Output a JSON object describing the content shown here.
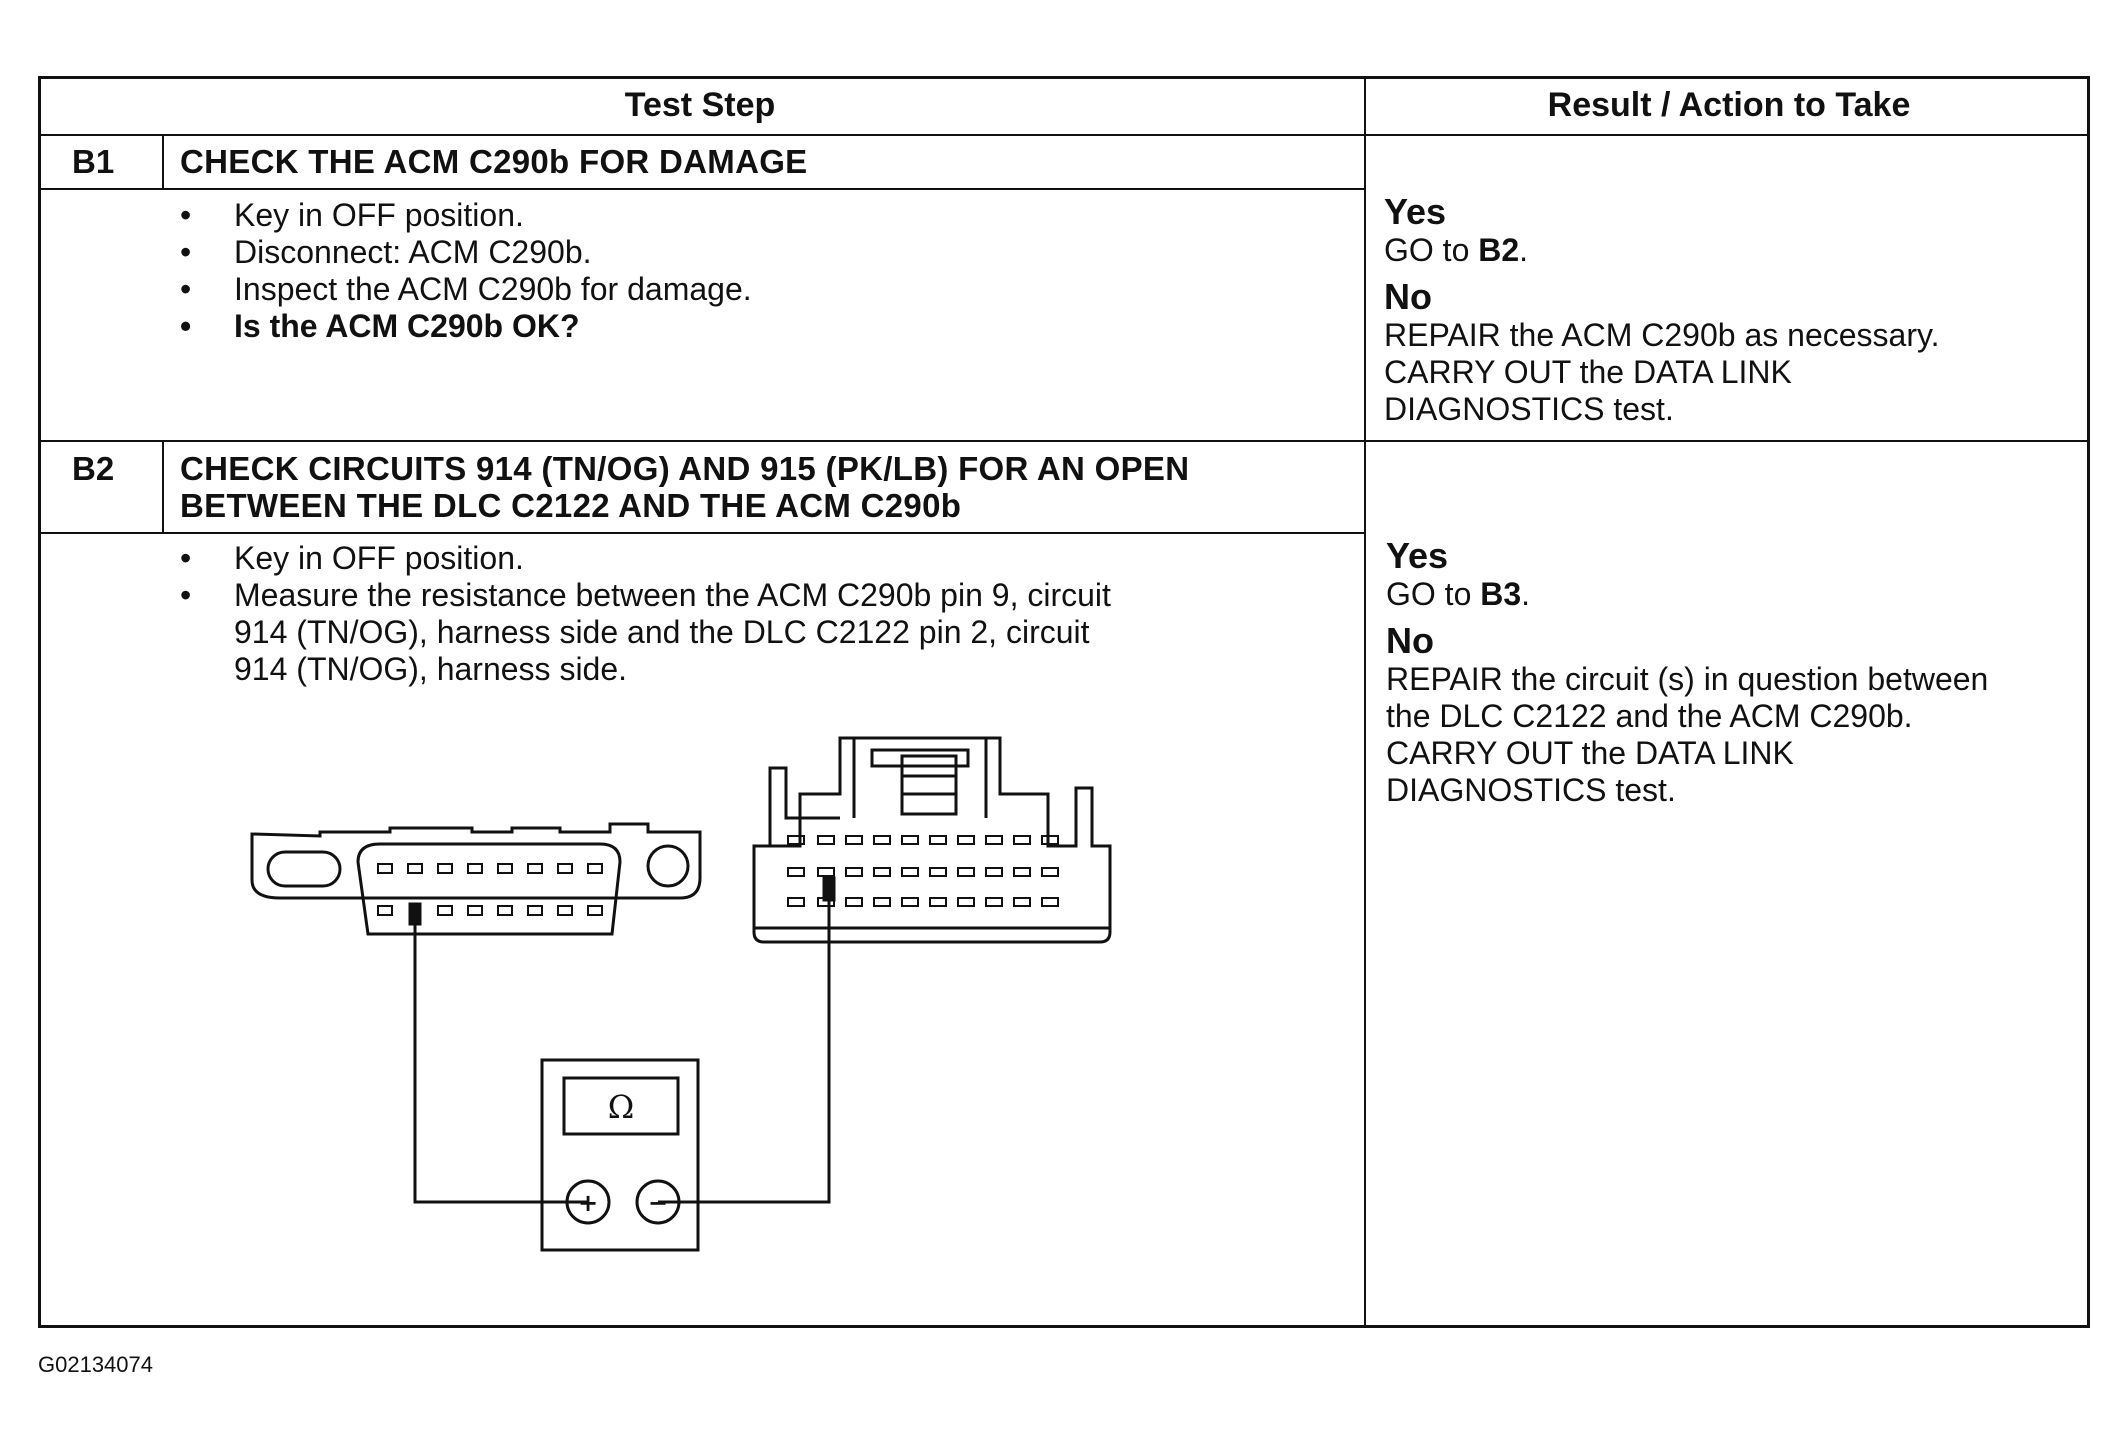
{
  "table": {
    "header_test_step": "Test Step",
    "header_result": "Result / Action to Take"
  },
  "steps": [
    {
      "id": "B1",
      "title": "CHECK THE ACM C290b FOR DAMAGE",
      "bullets": [
        "Key in OFF position.",
        "Disconnect: ACM C290b.",
        "Inspect the ACM C290b for damage."
      ],
      "question": "Is the ACM C290b OK?",
      "yes_label": "Yes",
      "yes_text": "GO to",
      "yes_target": "B2",
      "no_label": "No",
      "no_lines": [
        "REPAIR the ACM C290b as necessary.",
        "CARRY OUT the DATA LINK",
        "DIAGNOSTICS test."
      ]
    },
    {
      "id": "B2",
      "title_lines": [
        "CHECK CIRCUITS 914 (TN/OG) AND 915 (PK/LB) FOR AN OPEN",
        "BETWEEN THE DLC C2122 AND THE ACM C290b"
      ],
      "bullets": [
        "Key in OFF position."
      ],
      "bullet2_lines": [
        "Measure the resistance between the ACM C290b pin 9, circuit",
        "914 (TN/OG), harness side and the DLC C2122 pin 2, circuit",
        "914 (TN/OG), harness side."
      ],
      "yes_label": "Yes",
      "yes_text": "GO to",
      "yes_target": "B3",
      "no_label": "No",
      "no_lines": [
        "REPAIR the circuit (s) in question between",
        "the DLC C2122 and the ACM C290b.",
        "CARRY OUT the DATA LINK",
        "DIAGNOSTICS test."
      ]
    }
  ],
  "diagram": {
    "meter_symbol": "Ω",
    "plus": "+",
    "minus": "−"
  },
  "figure_code": "G02134074"
}
